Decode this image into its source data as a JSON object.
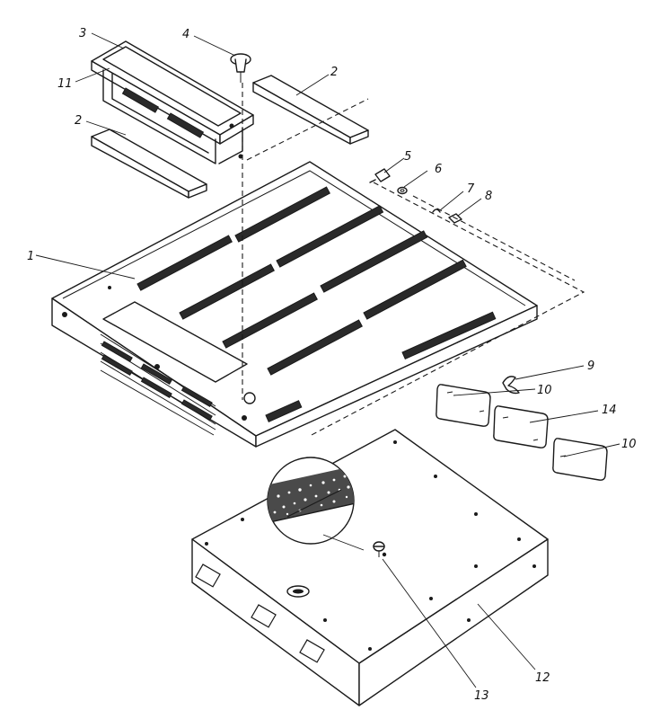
{
  "labels": {
    "l1": "1",
    "l2a": "2",
    "l2b": "2",
    "l3": "3",
    "l4": "4",
    "l5": "5",
    "l6": "6",
    "l7": "7",
    "l8": "8",
    "l9": "9",
    "l10a": "10",
    "l10b": "10",
    "l11": "11",
    "l12": "12",
    "l13": "13",
    "l14": "14"
  }
}
